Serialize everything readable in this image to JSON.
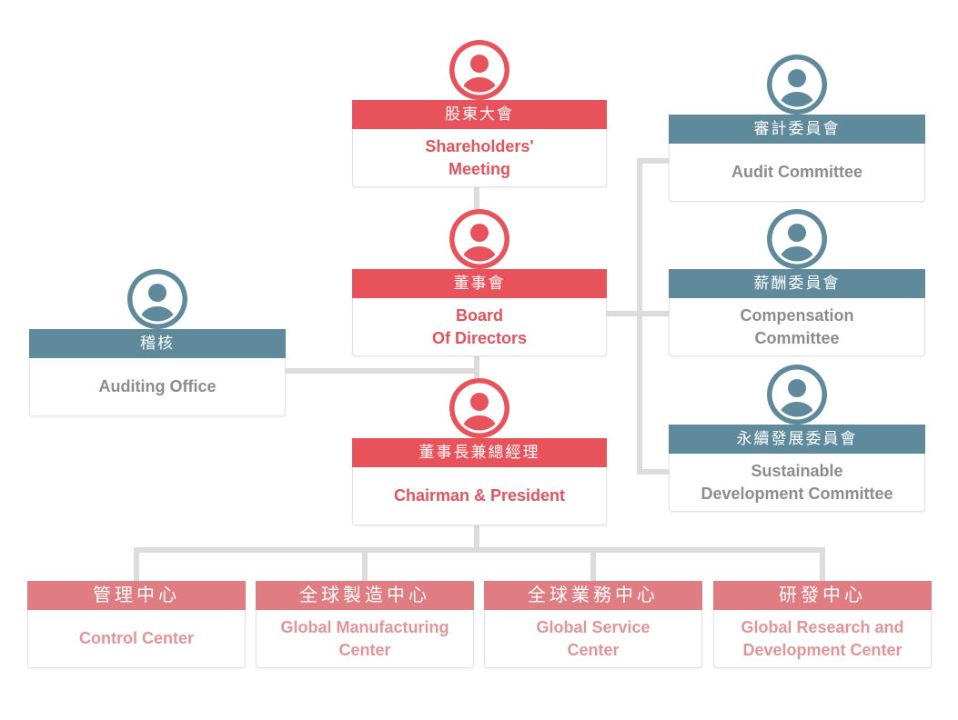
{
  "colors": {
    "governance": "#e8535b",
    "governance_text": "#e0545c",
    "committee": "#5f8a9c",
    "committee_text": "#8c8c8c",
    "center": "#e07d83",
    "center_text": "#e39499",
    "connector": "#dcdcdc"
  },
  "icons": {
    "avatar": "person-icon"
  },
  "governance": {
    "shareholders_meeting": {
      "label_zh": "股東大會",
      "label_en": [
        "Shareholders'",
        "Meeting"
      ]
    },
    "board_of_directors": {
      "label_zh": "董事會",
      "label_en": [
        "Board",
        "Of Directors"
      ]
    },
    "chairman_president": {
      "label_zh": "董事長兼總經理",
      "label_en": [
        "Chairman & President"
      ]
    }
  },
  "auditing_office": {
    "label_zh": "稽核",
    "label_en": [
      "Auditing Office"
    ]
  },
  "committees": [
    {
      "label_zh": "審計委員會",
      "label_en": [
        "Audit Committee"
      ]
    },
    {
      "label_zh": "薪酬委員會",
      "label_en": [
        "Compensation",
        "Committee"
      ]
    },
    {
      "label_zh": "永續發展委員會",
      "label_en": [
        "Sustainable",
        "Development Committee"
      ]
    }
  ],
  "centers": [
    {
      "label_zh": "管理中心",
      "label_en": [
        "Control Center"
      ]
    },
    {
      "label_zh": "全球製造中心",
      "label_en": [
        "Global Manufacturing",
        "Center"
      ]
    },
    {
      "label_zh": "全球業務中心",
      "label_en": [
        "Global Service",
        "Center"
      ]
    },
    {
      "label_zh": "研發中心",
      "label_en": [
        "Global Research and",
        "Development Center"
      ]
    }
  ]
}
